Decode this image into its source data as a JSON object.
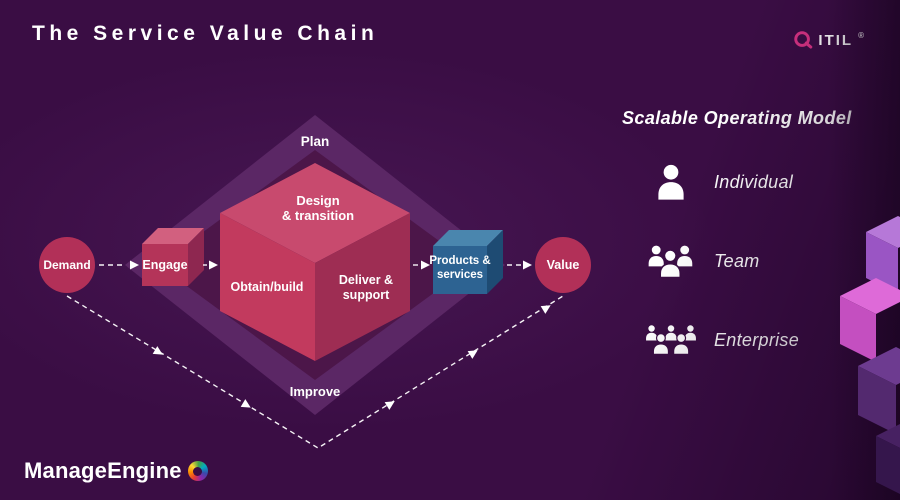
{
  "title": "The Service Value Chain",
  "header": {
    "itil_label": "ITIL",
    "itil_reg": "®"
  },
  "footer": {
    "brand": "ManageEngine"
  },
  "chain": {
    "plan": "Plan",
    "improve": "Improve",
    "demand": "Demand",
    "engage": "Engage",
    "design_l1": "Design",
    "design_l2": "& transition",
    "obtain": "Obtain/build",
    "deliver_l1": "Deliver &",
    "deliver_l2": "support",
    "products_l1": "Products &",
    "products_l2": "services",
    "value": "Value"
  },
  "operating_model": {
    "heading": "Scalable Operating Model",
    "items": [
      {
        "icon": "individual-icon",
        "label": "Individual"
      },
      {
        "icon": "team-icon",
        "label": "Team"
      },
      {
        "icon": "enterprise-icon",
        "label": "Enterprise"
      }
    ]
  },
  "colors": {
    "bg": "#3a0d44",
    "diamondOuter": "#5b2765",
    "diamondInner": "#4c1649",
    "cubeTop": "#c84a6e",
    "cubeLeft": "#c23a5e",
    "cubeRight": "#9e2d53",
    "engageFront": "#b43459",
    "engageTop": "#d2607f",
    "engageRight": "#8e2750",
    "productsFront": "#2d6392",
    "productsTop": "#4a86ae",
    "productsRight": "#1e4b73",
    "node": "#b23058",
    "itilPink": "#d63384",
    "decoLavTop": "#b678d8",
    "decoLavFront": "#9a55c4",
    "decoPinkTop": "#de6ad8",
    "decoPinkFront": "#c44fc0",
    "decoDarkTop": "#6d3b90",
    "decoDarkFront": "#53296f"
  }
}
